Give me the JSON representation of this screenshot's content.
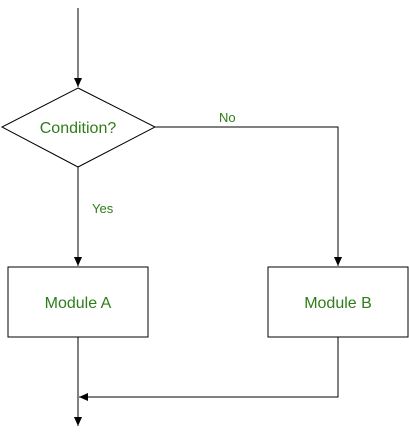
{
  "diagram": {
    "decision_label": "Condition?",
    "yes_label": "Yes",
    "no_label": "No",
    "module_a_label": "Module A",
    "module_b_label": "Module B"
  },
  "colors": {
    "text": "#2e7d1a",
    "stroke": "#000000",
    "fill": "#ffffff"
  }
}
